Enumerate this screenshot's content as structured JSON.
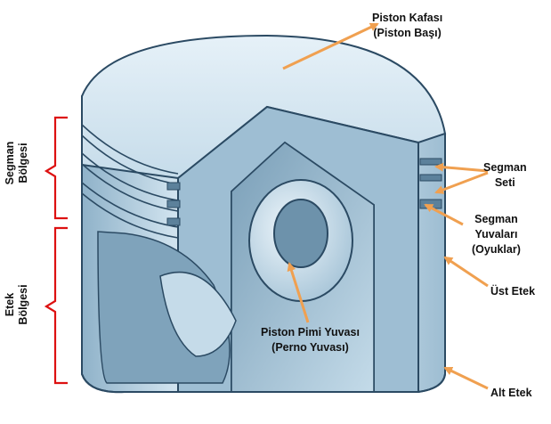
{
  "labels": {
    "piston_head": {
      "line1": "Piston Kafası",
      "line2": "(Piston Başı)"
    },
    "ring_set": {
      "line1": "Segman",
      "line2": "Seti"
    },
    "ring_grooves": {
      "line1": "Segman",
      "line2": "Yuvaları",
      "line3": "(Oyuklar)"
    },
    "upper_skirt": "Üst Etek",
    "lower_skirt": "Alt Etek",
    "pin_boss": {
      "line1": "Piston Pimi Yuvası",
      "line2": "(Perno Yuvası)"
    },
    "ring_zone": {
      "line1": "Segman",
      "line2": "Bölgesi"
    },
    "skirt_zone": {
      "line1": "Etek",
      "line2": "Bölgesi"
    }
  },
  "colors": {
    "arrow": "#f0a050",
    "bracket": "#dd1111",
    "metal_light": "#dcebf4",
    "metal_mid": "#a9c8dc",
    "metal_dark": "#6f93ad",
    "outline": "#2b4a63"
  }
}
